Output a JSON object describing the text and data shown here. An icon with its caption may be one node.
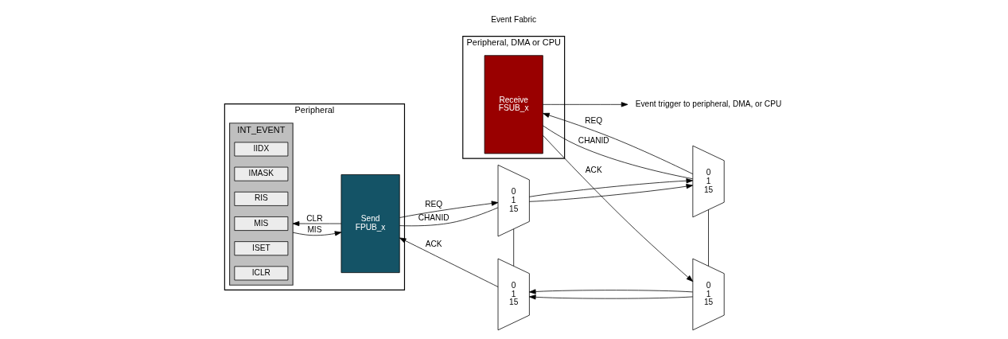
{
  "diagram": {
    "nodes": [
      {
        "text": [
          "Peripheral"
        ]
      },
      {
        "text": [
          "INT_EVENT"
        ],
        "in": 0
      },
      {
        "text": [
          "IIDX"
        ],
        "in": 1
      },
      {
        "text": [
          "IMASK"
        ],
        "in": 1
      },
      {
        "text": [
          "RIS"
        ],
        "in": 1
      },
      {
        "text": [
          "MIS"
        ],
        "in": 1
      },
      {
        "text": [
          "ISET"
        ],
        "in": 1
      },
      {
        "text": [
          "ICLR"
        ],
        "in": 1
      },
      {
        "text": [
          "Send",
          "FPUB_x"
        ],
        "in": 0
      },
      {
        "text": [
          "Peripheral, DMA or CPU"
        ]
      },
      {
        "text": [
          "Receive",
          "FSUB_x"
        ],
        "in": 9
      },
      {
        "text": [
          "0",
          "1",
          "15"
        ]
      },
      {
        "text": [
          "0",
          "1",
          "15"
        ]
      },
      {
        "text": [
          "0",
          "1",
          "15"
        ]
      },
      {
        "text": [
          "0",
          "1",
          "15"
        ]
      },
      {
        "text": [
          "Event trigger to peripheral, DMA, or CPU"
        ]
      }
    ],
    "edges": [
      {
        "from": 1,
        "to": 8,
        "label": "MIS",
        "arrow": "to"
      },
      {
        "from": 8,
        "to": 1,
        "label": "CLR",
        "arrow": "to"
      },
      {
        "from": 8,
        "to": 11,
        "label": "CHANID",
        "arrow": "none"
      },
      {
        "from": 8,
        "to": 11,
        "label": "REQ",
        "arrow": "to"
      },
      {
        "from": 11,
        "to": 13,
        "arrow": "to"
      },
      {
        "from": 11,
        "to": 13,
        "arrow": "to"
      },
      {
        "from": 11,
        "to": 12,
        "arrow": "none"
      },
      {
        "from": 10,
        "to": 13,
        "label": "CHANID",
        "arrow": "none"
      },
      {
        "from": 13,
        "to": 10,
        "label": "REQ",
        "arrow": "to"
      },
      {
        "from": 13,
        "to": 14,
        "arrow": "none"
      },
      {
        "from": 10,
        "to": 15,
        "arrow": "to"
      },
      {
        "from": 10,
        "to": 14,
        "label": "ACK",
        "arrow": "to"
      },
      {
        "from": 14,
        "to": 12,
        "arrow": "to"
      },
      {
        "from": 14,
        "to": 12,
        "arrow": "to"
      },
      {
        "from": 12,
        "to": 8,
        "label": "ACK",
        "arrow": "to"
      }
    ],
    "labels": [
      "Event Fabric"
    ]
  }
}
